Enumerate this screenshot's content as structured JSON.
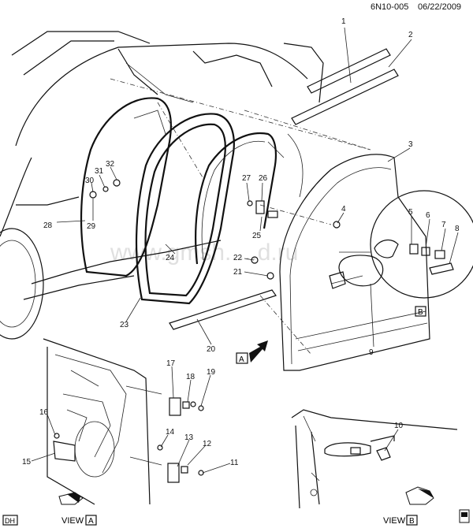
{
  "header": {
    "code": "6N10-005",
    "date": "06/22/2009"
  },
  "footer": {
    "dh_tag": "DH",
    "view_a": "VIEW",
    "view_a_box": "A",
    "view_b": "VIEW",
    "view_b_box": "B"
  },
  "markers": {
    "arrow_a": "A",
    "circle_b": "B"
  },
  "watermark": "www.gmsh.....d.ru",
  "callouts": [
    "1",
    "2",
    "3",
    "4",
    "5",
    "6",
    "7",
    "8",
    "9",
    "10",
    "11",
    "12",
    "13",
    "14",
    "15",
    "16",
    "17",
    "18",
    "19",
    "20",
    "21",
    "22",
    "23",
    "24",
    "25",
    "26",
    "27",
    "28",
    "29",
    "30",
    "31",
    "32"
  ]
}
